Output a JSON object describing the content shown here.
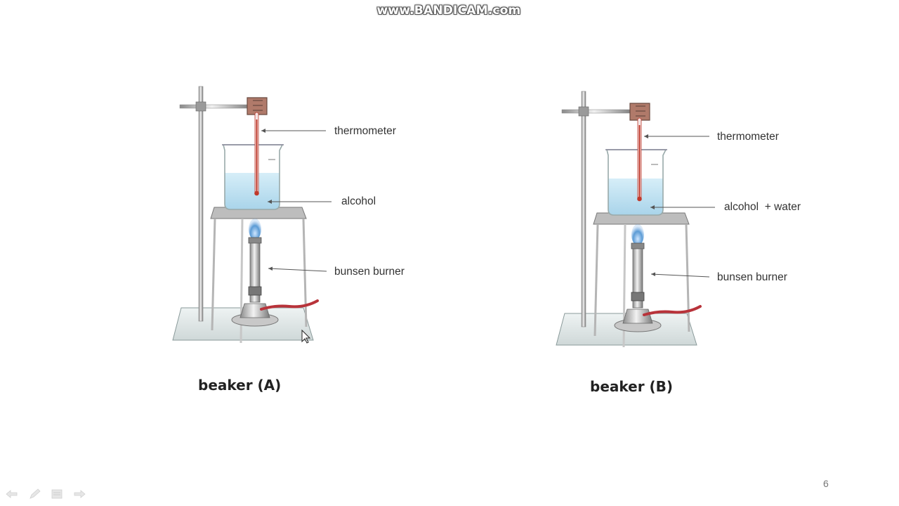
{
  "watermark": {
    "text": "www.BANDICAM.com"
  },
  "diagram_a": {
    "labels": {
      "thermometer": "thermometer",
      "liquid": "alcohol",
      "burner": "bunsen burner"
    },
    "caption": "beaker (A)"
  },
  "diagram_b": {
    "labels": {
      "thermometer": "thermometer",
      "liquid": "alcohol  + water",
      "burner": "bunsen burner"
    },
    "caption": "beaker (B)"
  },
  "slide": {
    "page_number": "6"
  },
  "colors": {
    "liquid": "#bde3f2",
    "mercury": "#c0392b",
    "flame": "#5b9bd5",
    "hose": "#b8333a"
  },
  "controls": {
    "icons": [
      "back-arrow-icon",
      "pen-icon",
      "menu-icon",
      "forward-arrow-icon"
    ]
  }
}
